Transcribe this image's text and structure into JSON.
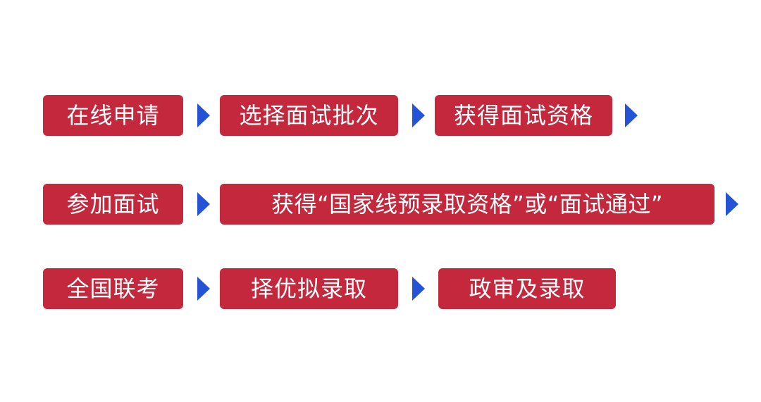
{
  "flow": {
    "row1": [
      "在线申请",
      "选择面试批次",
      "获得面试资格"
    ],
    "row2": [
      "参加面试",
      "获得“国家线预录取资格”或“面试通过”"
    ],
    "row3": [
      "全国联考",
      "择优拟录取",
      "政审及录取"
    ]
  },
  "colors": {
    "step_box": "#c4283c",
    "arrow": "#2453d6",
    "text": "#ffffff",
    "background": "#ffffff"
  }
}
